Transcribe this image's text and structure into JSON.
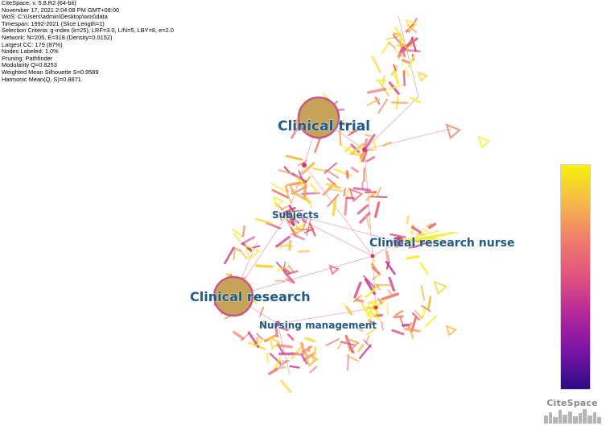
{
  "info_lines": [
    "CiteSpace, v. 5.8.R2 (64-bit)",
    "November 17, 2021 2:04:08 PM GMT+08:00",
    "WoS: C:\\Users\\admin\\Desktop\\wos\\data",
    "Timespan: 1992-2021 (Slice Length=1)",
    "Selection Criteria: g-index (k=25), LRF=3.0, L/N=5, LBY=8, e=2.0",
    "Network: N=205, E=318 (Density=0.0152)",
    "Largest CC: 179 (87%)",
    "Nodes Labeled: 1.0%",
    "Pruning: Pathfinder",
    "Modularity Q=0.8253",
    "Weighted Mean Silhouette S=0.9589",
    "Harmonic Mean(Q, S)=0.8871"
  ],
  "labels": {
    "clinical_trial": "Clinical  trial",
    "subjects": "Subjects",
    "clinical_research_nurse": "Clinical  research  nurse",
    "clinical_research": "Clinical  research",
    "nursing_management": "Nursing  management"
  },
  "colorbar": {
    "colors": [
      "#f5f20a",
      "#f6b84a",
      "#f07d6c",
      "#e0527f",
      "#b3279a",
      "#7a13a6",
      "#2c0b87"
    ]
  },
  "logo": {
    "text": "CiteSpace"
  },
  "colors": {
    "label": "#1f5b86",
    "hub_fill": "#c6a357",
    "hub_ring": "#c8578a"
  }
}
